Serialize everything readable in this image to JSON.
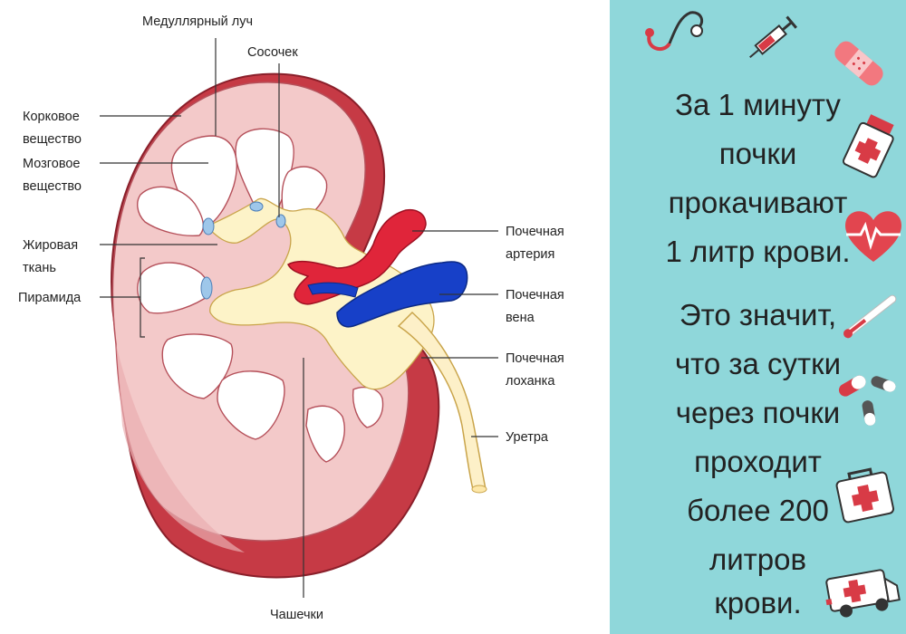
{
  "labels": {
    "medullary_ray": "Медуллярный луч",
    "papilla": "Сосочек",
    "cortex_1": "Корковое",
    "cortex_2": "вещество",
    "medulla_1": "Мозговое",
    "medulla_2": "вещество",
    "fat_1": "Жировая",
    "fat_2": "ткань",
    "pyramid": "Пирамида",
    "artery_1": "Почечная",
    "artery_2": "артерия",
    "vein_1": "Почечная",
    "vein_2": "вена",
    "pelvis_1": "Почечная",
    "pelvis_2": "лоханка",
    "ureter": "Уретра",
    "calyces": "Чашечки"
  },
  "panel": {
    "block1": [
      "За 1 минуту",
      "почки",
      "прокачивают",
      "1 литр крови."
    ],
    "block2": [
      "Это значит,",
      "что за сутки",
      "через почки",
      "проходит",
      "более 200",
      "литров",
      "крови."
    ]
  },
  "colors": {
    "panel_bg": "#8fd7da",
    "artery": "#e0253a",
    "vein": "#1740c8",
    "cortex": "#f3c9c9",
    "capsule": "#c63a45",
    "pelvis": "#fdf3c8"
  },
  "icons": [
    "stethoscope-icon",
    "syringe-icon",
    "bandage-icon",
    "medicine-bottle-icon",
    "heart-pulse-icon",
    "thermometer-icon",
    "pills-icon",
    "first-aid-kit-icon",
    "ambulance-icon"
  ]
}
